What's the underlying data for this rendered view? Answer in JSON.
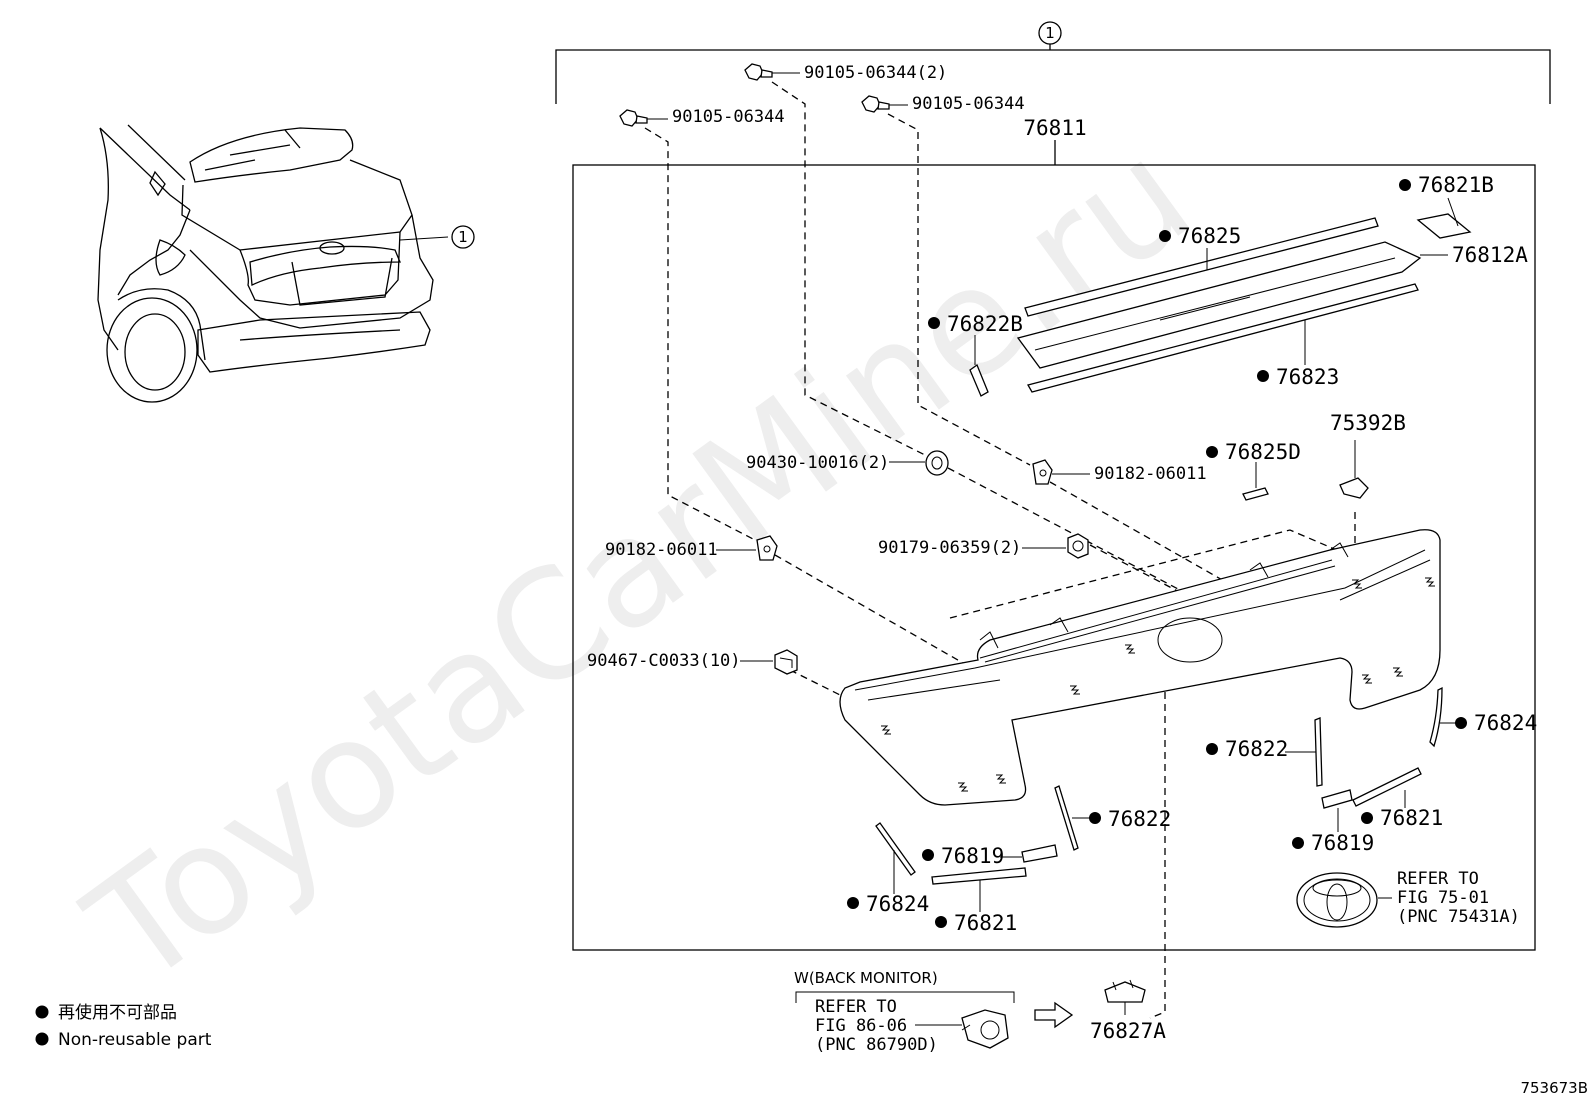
{
  "watermark": "ToyotaCarMine.ru",
  "figure_code": "753673B",
  "assembly_callout": "1",
  "assembly_part": "76811",
  "legend": [
    {
      "symbol": "●",
      "text": "再使用不可部品"
    },
    {
      "symbol": "●",
      "text": "Non-reusable part"
    }
  ],
  "parts": {
    "p76821B": "76821B",
    "p76825": "76825",
    "p76812A": "76812A",
    "p76822B": "76822B",
    "p76823": "76823",
    "p75392B": "75392B",
    "p76825D": "76825D",
    "p76824r": "76824",
    "p76822r": "76822",
    "p76821r": "76821",
    "p76819r": "76819",
    "p76822l": "76822",
    "p76819l": "76819",
    "p76824l": "76824",
    "p76821l": "76821",
    "p76827A": "76827A"
  },
  "fasteners": {
    "f1": "90105-06344(2)",
    "f2": "90105-06344",
    "f3": "90105-06344",
    "f4": "90430-10016(2)",
    "f5": "90182-06011",
    "f6": "90182-06011",
    "f7": "90179-06359(2)",
    "f8": "90467-C0033(10)"
  },
  "refer_emblem": [
    "REFER TO",
    "FIG 75-01",
    "(PNC 75431A)"
  ],
  "back_monitor": {
    "title": "W(BACK MONITOR)",
    "refer": [
      "REFER TO",
      "FIG 86-06",
      "(PNC 86790D)"
    ]
  }
}
